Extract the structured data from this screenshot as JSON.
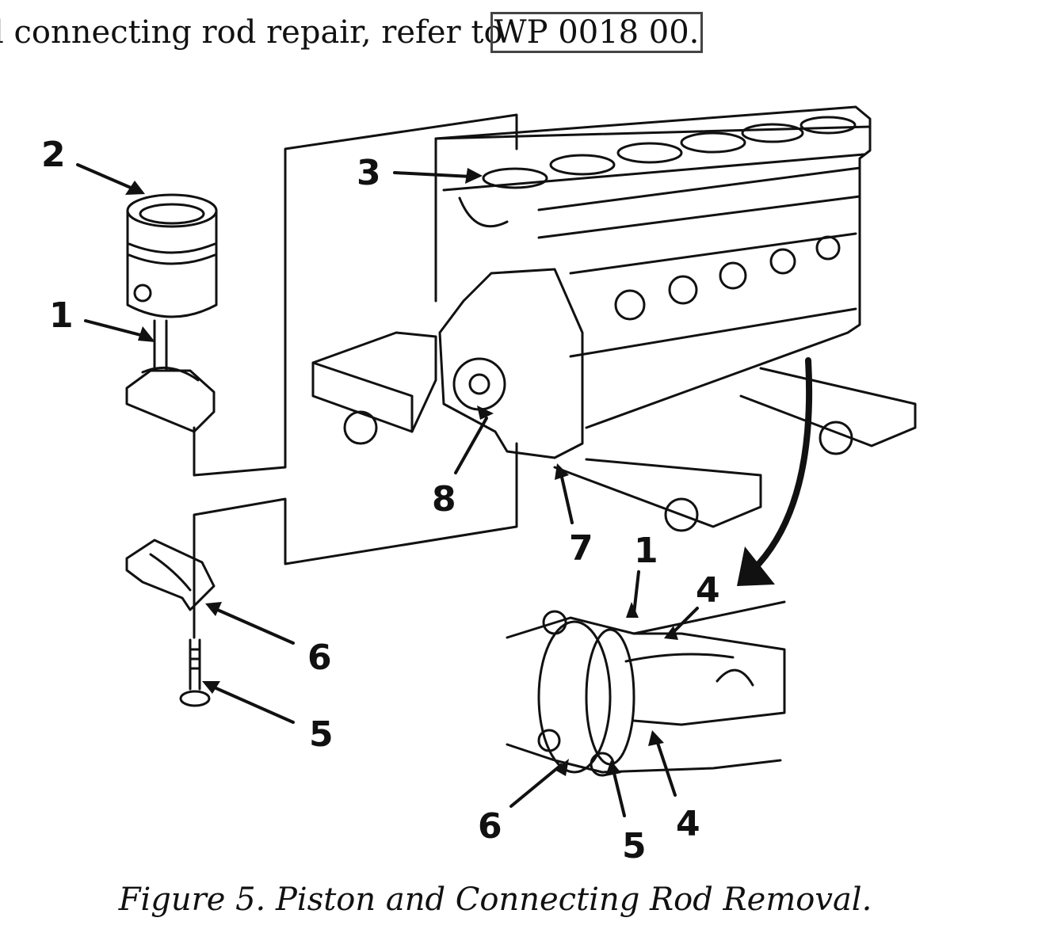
{
  "text": {
    "prefix": "l connecting rod repair, refer to",
    "link": "WP 0018 00."
  },
  "figure": {
    "callouts": [
      "2",
      "3",
      "1",
      "8",
      "7",
      "1",
      "4",
      "6",
      "5",
      "6",
      "5",
      "4"
    ],
    "caption": "Figure 5.  Piston and Connecting Rod Removal."
  }
}
